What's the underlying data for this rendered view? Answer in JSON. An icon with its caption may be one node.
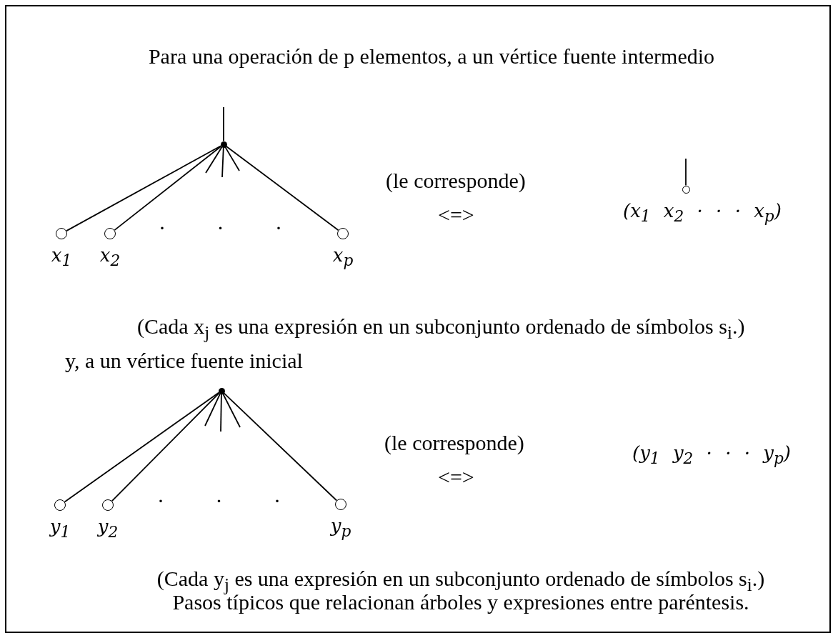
{
  "diagram": {
    "title": "Para una operación de p elementos, a un vértice fuente intermedio",
    "caption": "Pasos típicos que relacionan árboles y expresiones entre paréntesis.",
    "nodes": [
      {
        "text": [],
        "shape": "circle"
      },
      {
        "text": [
          "x$_{1}$"
        ]
      },
      {
        "text": [
          "x$_{2}$"
        ]
      },
      {
        "text": [
          "x$_{p}$"
        ]
      },
      {
        "text": [],
        "shape": "circle"
      },
      {
        "text": [],
        "shape": "circle"
      },
      {
        "text": [
          "y$_{1}$"
        ]
      },
      {
        "text": [
          "y$_{2}$"
        ]
      },
      {
        "text": [
          "y$_{p}$"
        ]
      }
    ],
    "edges": [
      {
        "from": null,
        "to": 0,
        "arrow": "none"
      },
      {
        "from": 0,
        "to": 1,
        "arrow": "none"
      },
      {
        "from": 0,
        "to": 2,
        "arrow": "none"
      },
      {
        "from": 0,
        "to": 3,
        "arrow": "none"
      },
      {
        "from": 0,
        "to": null,
        "arrow": "none"
      },
      {
        "from": 0,
        "to": null,
        "arrow": "none"
      },
      {
        "from": 0,
        "to": null,
        "arrow": "none"
      },
      {
        "from": null,
        "to": 4,
        "arrow": "none"
      },
      {
        "from": 5,
        "to": 6,
        "arrow": "none"
      },
      {
        "from": 5,
        "to": 7,
        "arrow": "none"
      },
      {
        "from": 5,
        "to": 8,
        "arrow": "none"
      },
      {
        "from": 5,
        "to": null,
        "arrow": "none"
      },
      {
        "from": 5,
        "to": null,
        "arrow": "none"
      },
      {
        "from": 5,
        "to": null,
        "arrow": "none"
      }
    ],
    "labels": [
      "(le corresponde)",
      "<=>",
      "(x$_{1}$ x$_{2}$ · · · x$_{p}$)",
      "· · ·",
      "(Cada x$_{j}$ es una expresión en un subconjunto ordenado de símbolos s$_{i}$.)",
      "y, a un vértice fuente inicial",
      "(le corresponde)",
      "<=>",
      "(y$_{1}$ y$_{2}$ · · · y$_{p}$)",
      "· · ·",
      "(Cada y$_{j}$ es una expresión en un subconjunto ordenado de símbolos s$_{i}$.)"
    ]
  }
}
